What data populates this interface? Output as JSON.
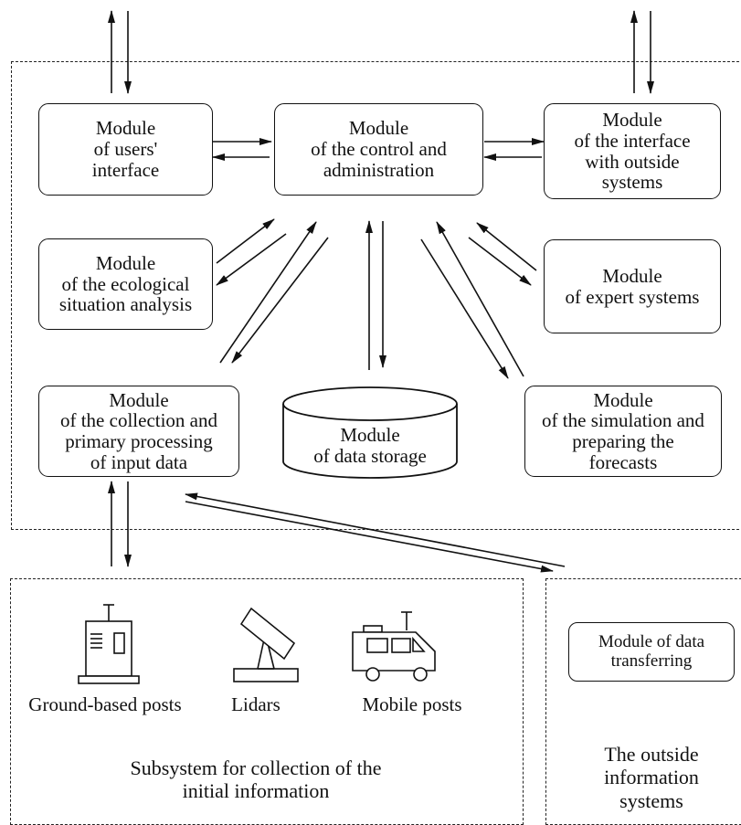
{
  "modules": {
    "users_interface": "Module\nof users'\ninterface",
    "control": "Module\nof the control and\nadministration",
    "outside_interface": "Module\nof the interface\nwith outside\nsystems",
    "ecological": "Module\nof the ecological\nsituation analysis",
    "expert": "Module\nof  expert systems",
    "collection": "Module\nof the collection and\nprimary processing\nof input data",
    "storage": "Module\nof data storage",
    "simulation": "Module\nof the simulation and\npreparing  the\nforecasts",
    "transferring": "Module  of data\ntransferring"
  },
  "devices": {
    "ground": "Ground-based posts",
    "lidars": "Lidars",
    "mobile": "Mobile posts"
  },
  "captions": {
    "subsystem": "Subsystem for collection of the\ninitial information",
    "outside": "The outside\ninformation\nsystems"
  }
}
